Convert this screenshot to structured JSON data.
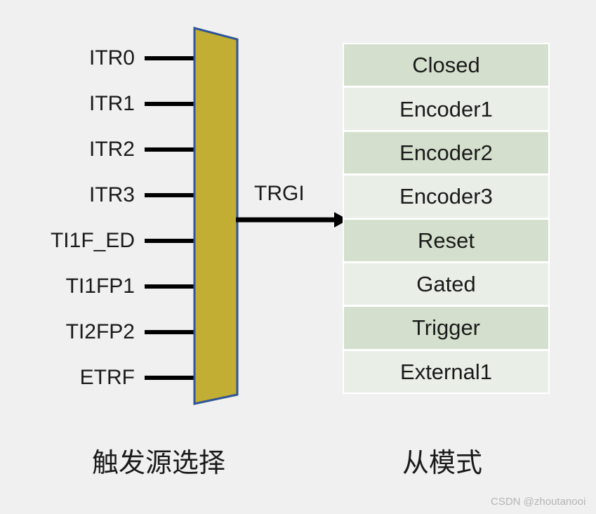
{
  "diagram": {
    "background_color": "#f0f0f0",
    "mux": {
      "name": "trigger-source-selector",
      "fill_color": "#c3ae34",
      "stroke_color": "#2f5597",
      "caption": "触发源选择"
    },
    "inputs": [
      {
        "label": "ITR0"
      },
      {
        "label": "ITR1"
      },
      {
        "label": "ITR2"
      },
      {
        "label": "ITR3"
      },
      {
        "label": "TI1F_ED"
      },
      {
        "label": "TI1FP1"
      },
      {
        "label": "TI2FP2"
      },
      {
        "label": "ETRF"
      }
    ],
    "connector": {
      "label": "TRGI",
      "arrow_color": "#000000"
    },
    "slave_mode": {
      "caption": "从模式",
      "row_color_dark": "#d4e0cd",
      "row_color_light": "#e9eee7",
      "rows": [
        {
          "label": "Closed"
        },
        {
          "label": "Encoder1"
        },
        {
          "label": "Encoder2"
        },
        {
          "label": "Encoder3"
        },
        {
          "label": "Reset"
        },
        {
          "label": "Gated"
        },
        {
          "label": "Trigger"
        },
        {
          "label": "External1"
        }
      ]
    },
    "watermark": "CSDN @zhoutanooi"
  }
}
